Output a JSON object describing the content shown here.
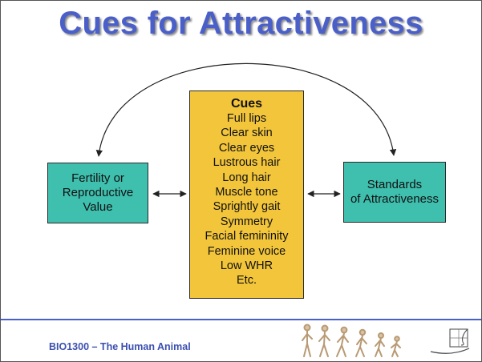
{
  "slide": {
    "title": "Cues for Attractiveness",
    "footer": "BIO1300 – The Human Animal"
  },
  "diagram": {
    "left_box": {
      "lines": [
        "Fertility or",
        "Reproductive",
        "Value"
      ]
    },
    "right_box": {
      "lines": [
        "Standards",
        "of Attractiveness"
      ]
    },
    "center_box": {
      "heading": "Cues",
      "items": [
        "Full lips",
        "Clear skin",
        "Clear eyes",
        "Lustrous hair",
        "Long hair",
        "Muscle tone",
        "Sprightly gait",
        "Symmetry",
        "Facial femininity",
        "Feminine voice",
        "Low WHR",
        "Etc."
      ]
    },
    "colors": {
      "side_boxes": "#3fbfae",
      "center_box": "#f2c53b",
      "title": "#4a5fc8"
    }
  },
  "icons": {
    "evolution": "human-evolution-silhouettes-icon",
    "corner": "spiral-logo-icon"
  }
}
